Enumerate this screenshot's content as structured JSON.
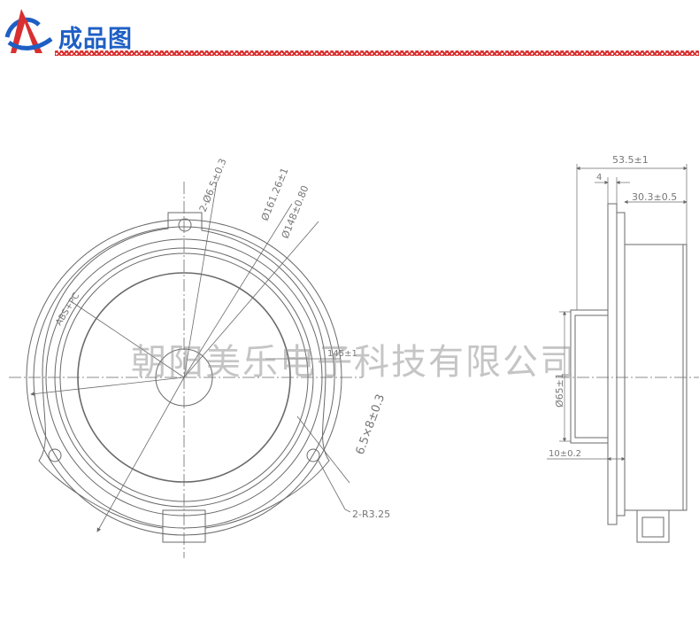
{
  "header": {
    "title": "成品图",
    "logo_colors": {
      "blue": "#1e5fc4",
      "red": "#d83030"
    }
  },
  "watermark": "朝阳美乐电子科技有限公司",
  "front_view": {
    "dim_holes": "2-Ø6.5±0.3",
    "dim_outer": "Ø161.26±1",
    "dim_inner": "Ø148±0.80",
    "dim_flange": "145±1",
    "dim_slot": "6.5×8±0.3",
    "dim_radius": "2-R3.25",
    "material": "ABS+PC"
  },
  "side_view": {
    "dim_depth": "53.5±1",
    "dim_flange_thk": "4",
    "dim_magnet": "30.3±0.5",
    "dim_diameter": "Ø65±1",
    "dim_offset": "10±0.2"
  },
  "colors": {
    "line": "#6a6a6a",
    "text": "#777777"
  }
}
